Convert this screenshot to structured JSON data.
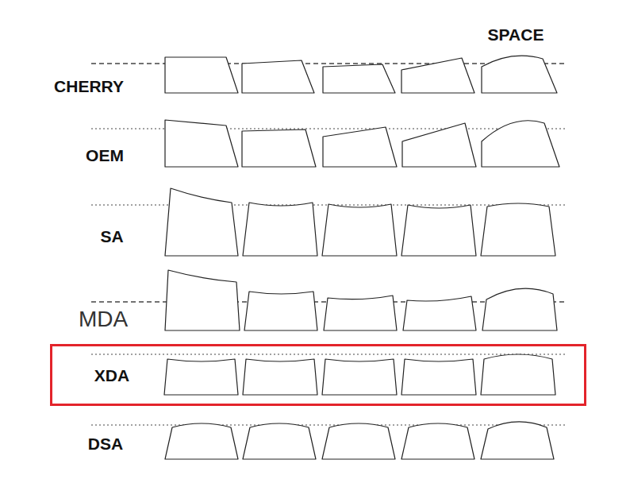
{
  "diagram": {
    "nodes": [
      {
        "text": [
          "XDA"
        ]
      }
    ],
    "labels": [
      "SPACE",
      "CHERRY",
      "OEM",
      "SA",
      "MDA",
      "DSA"
    ]
  }
}
